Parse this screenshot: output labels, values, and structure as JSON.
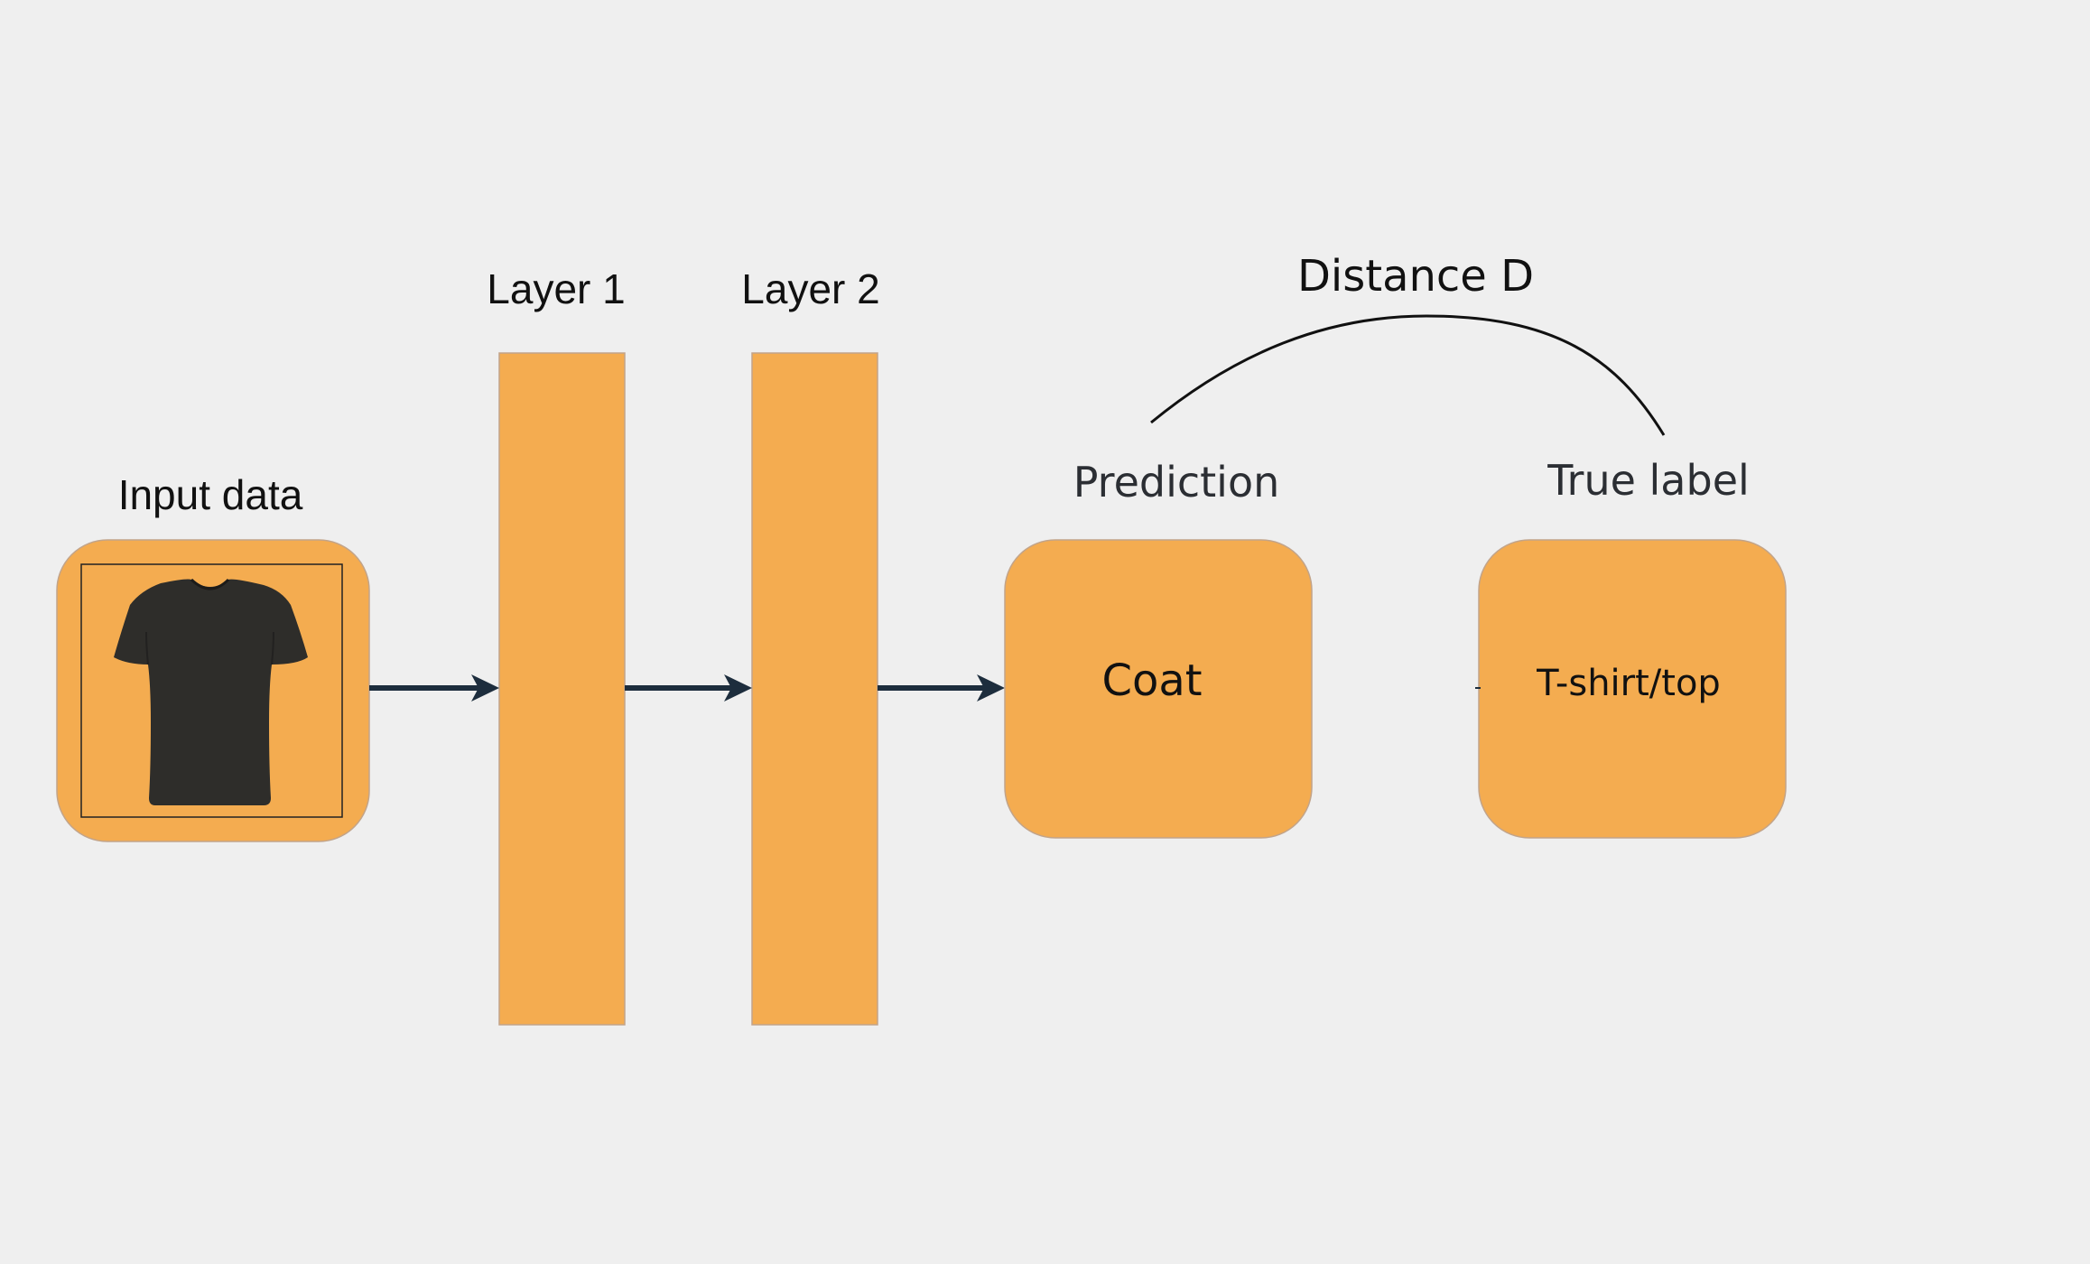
{
  "input": {
    "label": "Input data",
    "image_icon": "t-shirt-icon"
  },
  "layers": [
    {
      "label": "Layer 1"
    },
    {
      "label": "Layer 2"
    }
  ],
  "prediction": {
    "label": "Prediction",
    "value": "Coat"
  },
  "true_label": {
    "label": "True label",
    "value": "T-shirt/top"
  },
  "distance": {
    "label": "Distance D"
  },
  "colors": {
    "background": "#efefef",
    "box_fill": "#f4ac50",
    "box_stroke": "#c2a48a",
    "arrow": "#1d2d3d",
    "shirt": "#2e2d2a",
    "text_dark": "#111111",
    "text_muted": "#2b2e33"
  }
}
